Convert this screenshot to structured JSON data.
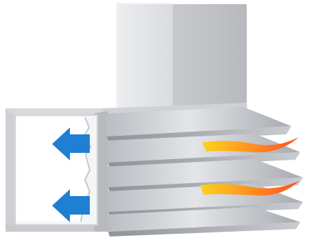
{
  "diagram": {
    "subject": "air-handler-louver-illustration",
    "colors": {
      "background": "#ffffff",
      "duct_front": "#e7e8ea",
      "duct_side": "#c4c6ca",
      "frame": "#d7d8db",
      "louver_light": "#eceef0",
      "louver_dark": "#a9acb2",
      "cool_air": "#1e7fd3",
      "warm_air_start": "#ffd21a",
      "warm_air_end": "#ff5a1f"
    },
    "arrows": {
      "cool_air_count": 2,
      "warm_air_count": 2
    },
    "louvers": {
      "count": 5
    }
  }
}
